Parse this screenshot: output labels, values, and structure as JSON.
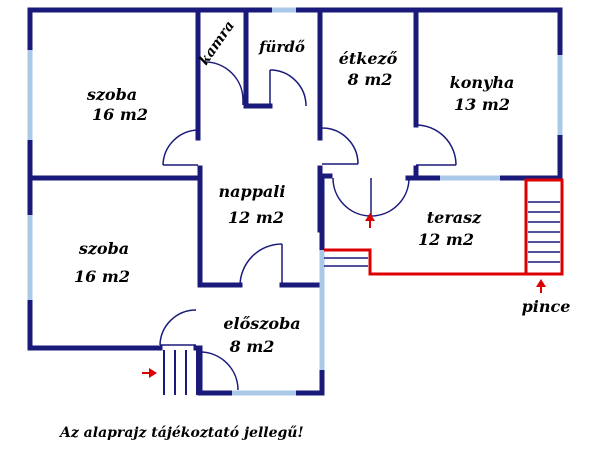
{
  "rooms": {
    "szoba_top": {
      "name": "szoba",
      "area": "16 m2"
    },
    "kamra": {
      "name": "kamra"
    },
    "furdo": {
      "name": "fürdő"
    },
    "etkezo": {
      "name": "étkező",
      "area": "8 m2"
    },
    "konyha": {
      "name": "konyha",
      "area": "13 m2"
    },
    "nappali": {
      "name": "nappali",
      "area": "12 m2"
    },
    "szoba_bottom": {
      "name": "szoba",
      "area": "16 m2"
    },
    "terasz": {
      "name": "terasz",
      "area": "12 m2"
    },
    "eloszoba": {
      "name": "előszoba",
      "area": "8 m2"
    }
  },
  "pince": "pince",
  "note": "Az alaprajz tájékoztató jellegű!",
  "colors": {
    "wall": "#1a1a7a",
    "window": "#aac8e8",
    "red": "#dd0000"
  }
}
